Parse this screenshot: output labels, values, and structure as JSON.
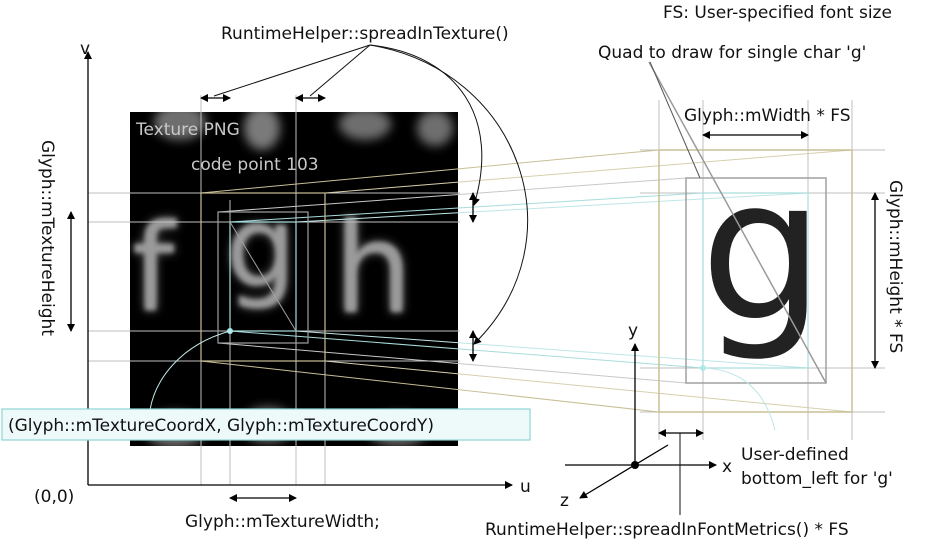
{
  "labels": {
    "fs_note": "FS: User-specified font size",
    "spread_in_texture": "RuntimeHelper::spreadInTexture()",
    "quad_note": "Quad to draw for single char 'g'",
    "glyph_width_fs": "Glyph::mWidth * FS",
    "texture_png": "Texture PNG",
    "code_point": "code point 103",
    "texture_height": "Glyph::mTextureHeight",
    "height_fs": "Glyph::mHeight * FS",
    "texture_coord": "(Glyph::mTextureCoordX, Glyph::mTextureCoordY)",
    "texture_width": "Glyph::mTextureWidth;",
    "origin": "(0,0)",
    "axis_u": "u",
    "axis_v": "v",
    "axis_x": "x",
    "axis_y": "y",
    "axis_z": "z",
    "bottom_left_line1": "User-defined",
    "bottom_left_line2": "bottom_left for 'g'",
    "spread_in_font_metrics": "RuntimeHelper::spreadInFontMetrics() * FS"
  },
  "texture_glyphs": [
    "f",
    "g",
    "h"
  ],
  "quad_glyph": "g",
  "colors": {
    "texture_bg": "#000000",
    "sdf_glyph": "#9a9a9a",
    "tan_box": "#c9bf95",
    "cyan_box": "#a8dcdc",
    "gray_box": "#a0a0a0",
    "quad_glyph": "#222222",
    "label_box_border": "#8fd6d6",
    "label_box_bg": "#eefafa"
  }
}
